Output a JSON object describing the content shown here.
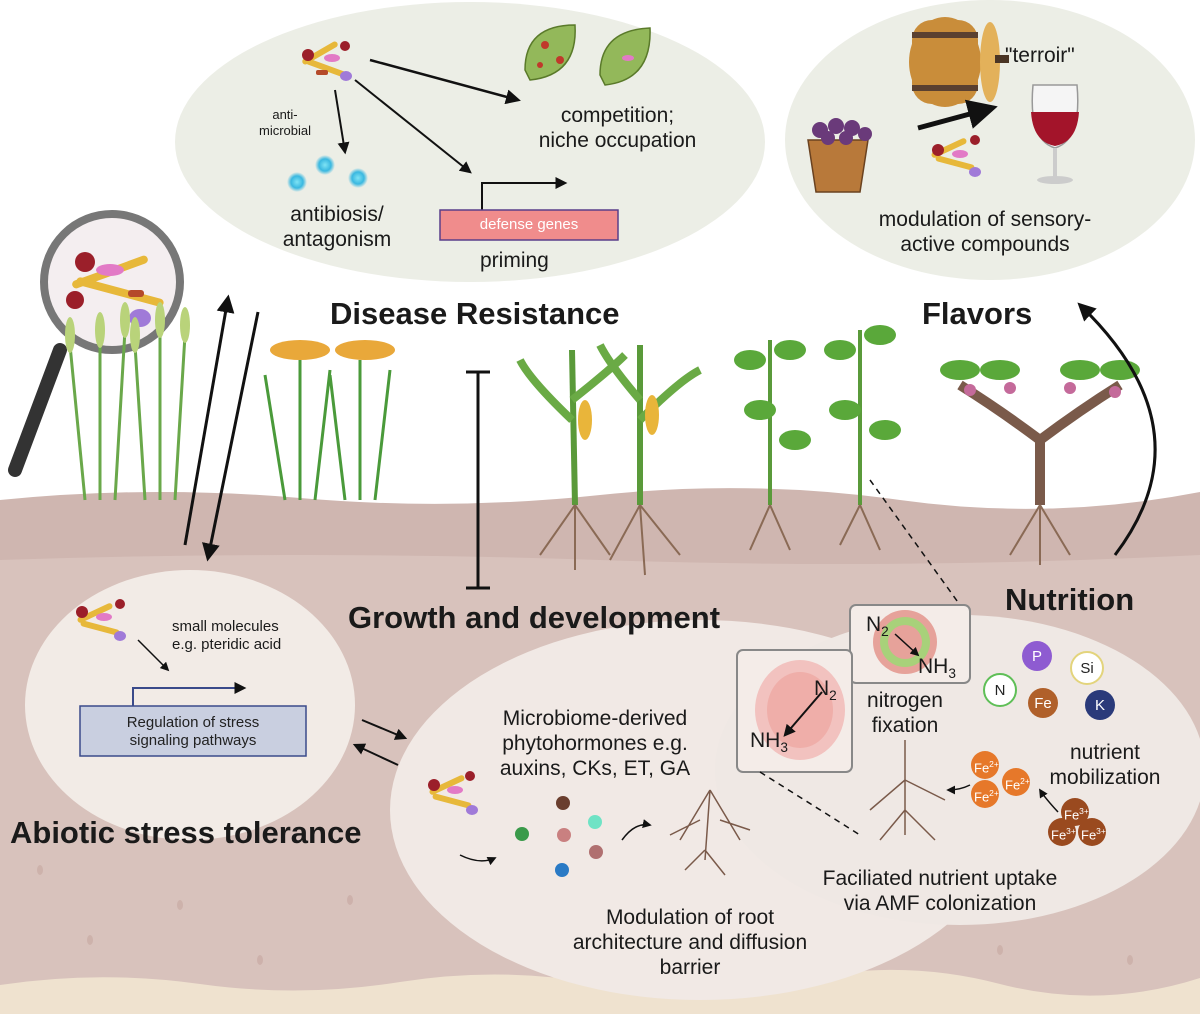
{
  "sections": {
    "disease_resistance": "Disease Resistance",
    "flavors": "Flavors",
    "growth": "Growth and development",
    "nutrition": "Nutrition",
    "abiotic": "Abiotic stress tolerance"
  },
  "disease": {
    "antimicrobial_1": "anti-",
    "antimicrobial_2": "microbial",
    "antibiosis_1": "antibiosis/",
    "antibiosis_2": "antagonism",
    "competition_1": "competition;",
    "competition_2": "niche occupation",
    "defense_genes": "defense genes",
    "priming": "priming"
  },
  "flavor": {
    "terroir": "\"terroir\"",
    "modulation_1": "modulation of sensory-",
    "modulation_2": "active compounds"
  },
  "abiotic_box": {
    "small_1": "small molecules",
    "small_2": "e.g. pteridic acid",
    "regulation_1": "Regulation of stress",
    "regulation_2": "signaling pathways"
  },
  "growth_box": {
    "phyto_1": "Microbiome-derived",
    "phyto_2": "phytohormones e.g.",
    "phyto_3": "auxins, CKs, ET, GA",
    "root_1": "Modulation of root",
    "root_2": "architecture and diffusion",
    "root_3": "barrier"
  },
  "nutrition_box": {
    "n2": "N",
    "n2_sub": "2",
    "nh": "NH",
    "nh_sub": "3",
    "nitrogen_1": "nitrogen",
    "nitrogen_2": "fixation",
    "mobil_1": "nutrient",
    "mobil_2": "mobilization",
    "uptake_1": "Faciliated nutrient uptake",
    "uptake_2": "via AMF colonization",
    "elements": {
      "N": "N",
      "P": "P",
      "Si": "Si",
      "Fe": "Fe",
      "K": "K"
    },
    "fe2": "Fe",
    "fe2_sup": "2+",
    "fe3": "Fe",
    "fe3_sup": "3+"
  },
  "colors": {
    "soil_top": "#cdb4ae",
    "soil_bottom": "#dbc5bf",
    "bubble": "#ecefe7",
    "defense_box": "#f08c8c",
    "stress_box": "#c9cfe0",
    "P": "#8e5bd1",
    "Fe": "#b0602a",
    "K": "#2a3a7a",
    "N": "#5fbf57",
    "Si": "#e3d47c"
  }
}
